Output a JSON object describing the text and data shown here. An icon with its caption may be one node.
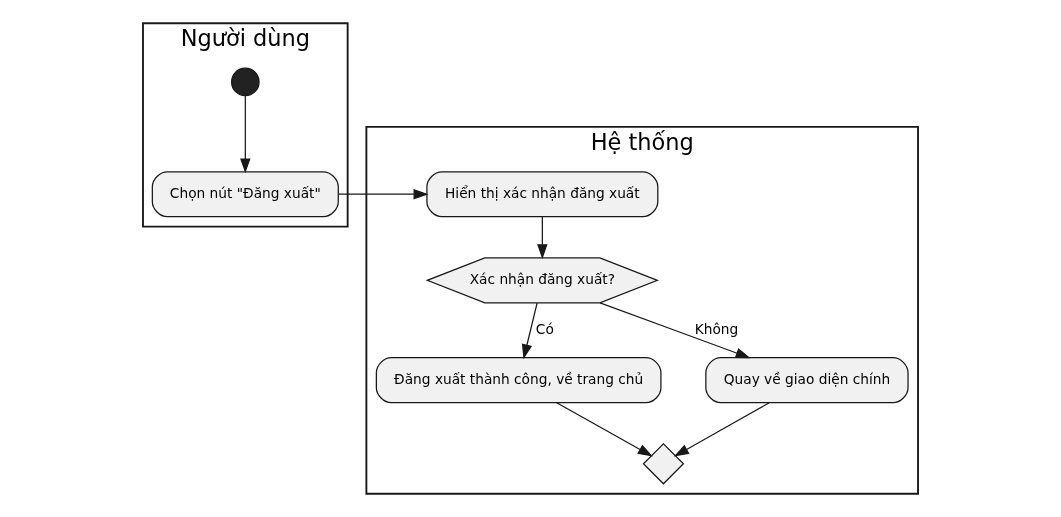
{
  "diagram": {
    "nodes": [
      {
        "text": [
          "Người dùng"
        ]
      },
      {
        "text": [
          "Hệ thống"
        ]
      },
      {
        "text": [],
        "shape": "circle",
        "in": 0
      },
      {
        "text": [
          "Chọn nút \"Đăng xuất\""
        ],
        "in": 0
      },
      {
        "text": [
          "Hiển thị xác nhận đăng xuất"
        ],
        "in": 1
      },
      {
        "text": [
          "Xác nhận đăng xuất?"
        ],
        "in": 1
      },
      {
        "text": [
          "Đăng xuất thành công, về trang chủ"
        ],
        "in": 1
      },
      {
        "text": [
          "Quay về giao diện chính"
        ],
        "in": 1
      },
      {
        "text": [],
        "shape": "diamond",
        "in": 1
      }
    ],
    "edges": [
      {
        "from": 2,
        "to": 3,
        "arrow": "to"
      },
      {
        "from": 3,
        "to": 4,
        "arrow": "to"
      },
      {
        "from": 4,
        "to": 5,
        "arrow": "to"
      },
      {
        "from": 5,
        "to": 6,
        "arrow": "to",
        "label": "Có"
      },
      {
        "from": 5,
        "to": 7,
        "arrow": "to",
        "label": "Không"
      },
      {
        "from": 6,
        "to": 8,
        "arrow": "to"
      },
      {
        "from": 7,
        "to": 8,
        "arrow": "to"
      }
    ]
  }
}
